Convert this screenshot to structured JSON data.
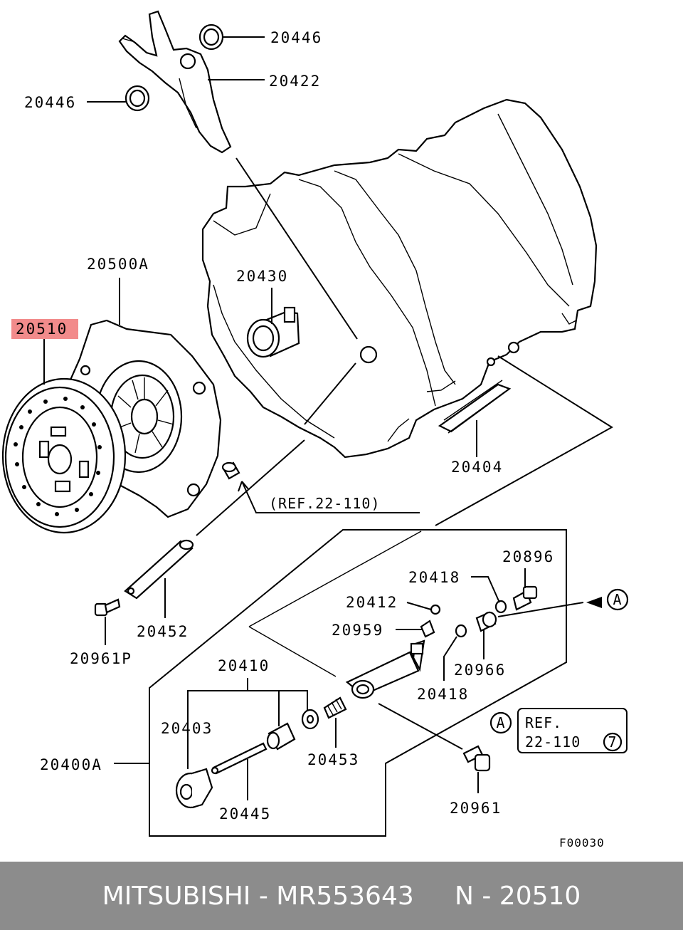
{
  "diagram": {
    "labels": {
      "l20446_top": "20446",
      "l20422": "20422",
      "l20446_left": "20446",
      "l20500A": "20500A",
      "l20510": "20510",
      "l20430": "20430",
      "l20404": "20404",
      "ref_22_110_top": "(REF.22-110)",
      "l20896": "20896",
      "l20418_top": "20418",
      "l20412": "20412",
      "l20959": "20959",
      "l20966": "20966",
      "l20418_bottom": "20418",
      "l20452": "20452",
      "l20961P": "20961P",
      "l20410": "20410",
      "l20403": "20403",
      "l20400A": "20400A",
      "l20453": "20453",
      "l20445": "20445",
      "l20961": "20961",
      "callout_A": "A",
      "ref_box_line1": "REF.",
      "ref_box_line2": "22-110",
      "ref_box_num": "7",
      "figure_code": "F00030"
    },
    "highlight_color": "#f28b8b"
  },
  "footer": {
    "text": "MITSUBISHI - MR553643     N - 20510"
  }
}
